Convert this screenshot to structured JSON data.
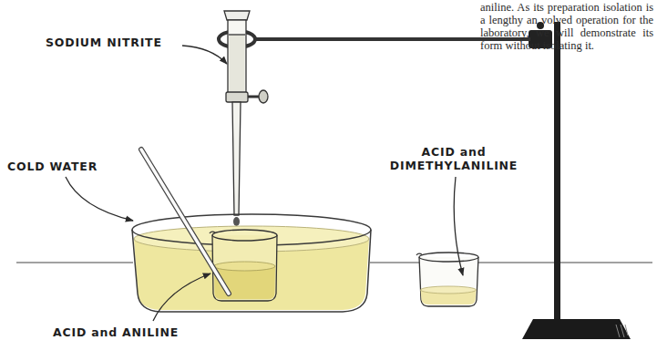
{
  "diagram": {
    "labels": [
      "aniline. As its preparation isolation is a lengthy an volved operation for the laboratory, we will demonstrate its form without isolating it.",
      "SODIUM NITRITE",
      "COLD WATER",
      "ACID and DIMETHYLANILINE",
      "ACID and ANILINE"
    ]
  }
}
